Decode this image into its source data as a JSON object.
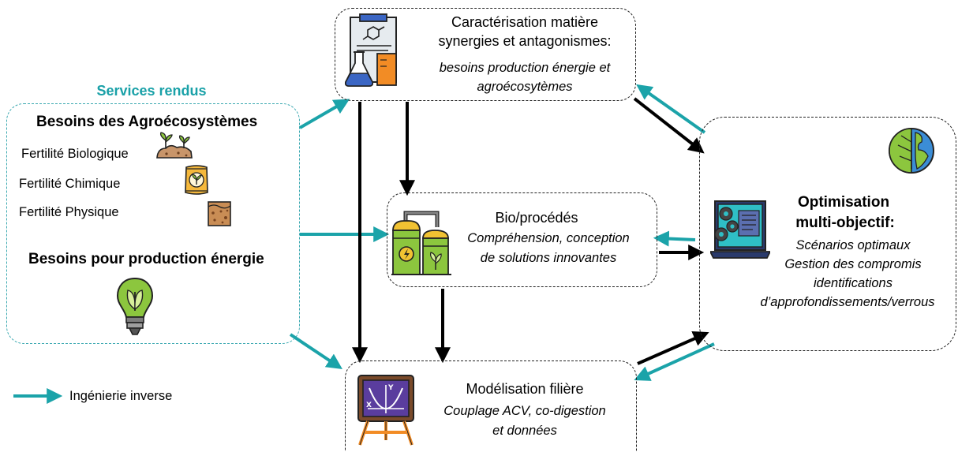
{
  "left_panel": {
    "section_title": "Services rendus",
    "agro_title": "Besoins des Agroécosystèmes",
    "fert_bio": "Fertilité Biologique",
    "fert_chem": "Fertilité Chimique",
    "fert_phys": "Fertilité Physique",
    "energy_title": "Besoins pour production énergie"
  },
  "caracterisation": {
    "line1": "Caractérisation matière",
    "line2": "synergies et antagonismes:",
    "line3": "besoins production énergie et",
    "line4": "agroécosytèmes"
  },
  "bioprocedes": {
    "title": "Bio/procédés",
    "line1": "Compréhension, conception",
    "line2": "de solutions innovantes"
  },
  "modelisation": {
    "title": "Modélisation filière",
    "line1": "Couplage ACV, co-digestion",
    "line2": "et données"
  },
  "optimisation": {
    "title1": "Optimisation",
    "title2": "multi-objectif:",
    "line1": "Scénarios optimaux",
    "line2": "Gestion des compromis",
    "line3": "identifications",
    "line4": "d’approfondissements/verrous"
  },
  "legend": {
    "label": "Ingénierie inverse"
  },
  "colors": {
    "teal_arrow": "#1ba3a9",
    "black_arrow": "#000000",
    "teal_border": "#3aa8b0",
    "dark_border": "#222222"
  }
}
